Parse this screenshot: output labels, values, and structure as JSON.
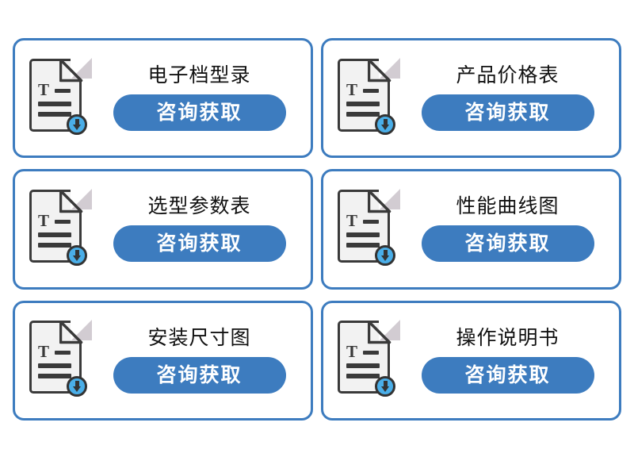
{
  "page": {
    "background_color": "#ffffff",
    "card_border_color": "#3d7cbf",
    "button_color": "#3d7cbf",
    "button_text_color": "#ffffff",
    "title_color": "#111111",
    "icon_page_color": "#f2f2f2",
    "icon_outline_color": "#3a3a3a",
    "icon_fold_color": "#d2ccd2",
    "icon_badge_color": "#4aaee8"
  },
  "cards": [
    {
      "title": "电子档型录",
      "button_label": "咨询获取",
      "icon": "document-download-icon"
    },
    {
      "title": "产品价格表",
      "button_label": "咨询获取",
      "icon": "document-download-icon"
    },
    {
      "title": "选型参数表",
      "button_label": "咨询获取",
      "icon": "document-download-icon"
    },
    {
      "title": "性能曲线图",
      "button_label": "咨询获取",
      "icon": "document-download-icon"
    },
    {
      "title": "安装尺寸图",
      "button_label": "咨询获取",
      "icon": "document-download-icon"
    },
    {
      "title": "操作说明书",
      "button_label": "咨询获取",
      "icon": "document-download-icon"
    }
  ],
  "icon_glyph": {
    "letter": "T"
  }
}
